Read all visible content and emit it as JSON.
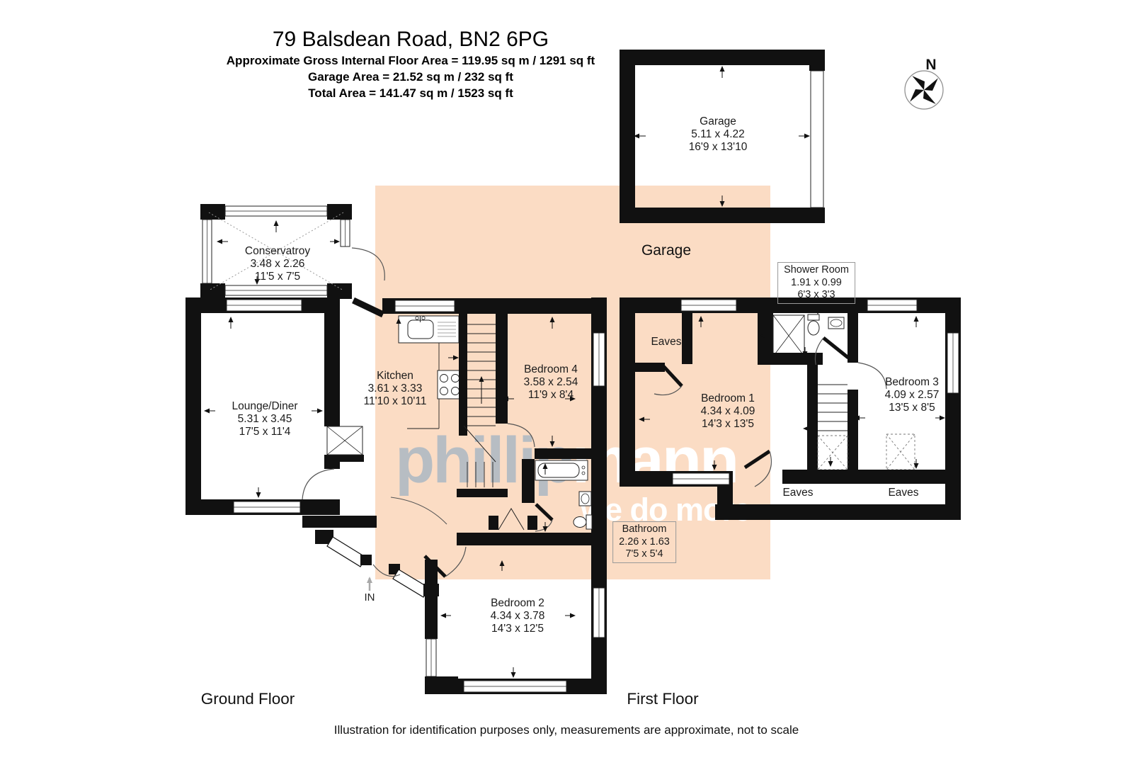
{
  "header": {
    "title": "79 Balsdean Road, BN2 6PG",
    "line1": "Approximate Gross Internal Floor Area = 119.95 sq m / 1291 sq ft",
    "line2": "Garage Area = 21.52 sq m / 232 sq ft",
    "line3": "Total Area = 141.47 sq m / 1523 sq ft"
  },
  "compass": {
    "north": "N"
  },
  "watermark": {
    "brand_part1": "phillip",
    "brand_part2": "mann",
    "tagline": "we do more"
  },
  "rooms": {
    "garage": {
      "name": "Garage",
      "metric": "5.11 x 4.22",
      "imperial": "16'9 x 13'10"
    },
    "conservatory": {
      "name": "Conservatroy",
      "metric": "3.48 x 2.26",
      "imperial": "11'5 x 7'5"
    },
    "lounge": {
      "name": "Lounge/Diner",
      "metric": "5.31 x 3.45",
      "imperial": "17'5 x 11'4"
    },
    "kitchen": {
      "name": "Kitchen",
      "metric": "3.61 x 3.33",
      "imperial": "11'10 x 10'11"
    },
    "bedroom4": {
      "name": "Bedroom 4",
      "metric": "3.58 x 2.54",
      "imperial": "11'9 x 8'4"
    },
    "bathroom": {
      "name": "Bathroom",
      "metric": "2.26 x 1.63",
      "imperial": "7'5 x 5'4"
    },
    "bedroom2": {
      "name": "Bedroom 2",
      "metric": "4.34 x 3.78",
      "imperial": "14'3 x 12'5"
    },
    "bedroom1": {
      "name": "Bedroom 1",
      "metric": "4.34 x 4.09",
      "imperial": "14'3 x 13'5"
    },
    "shower_room": {
      "name": "Shower Room",
      "metric": "1.91 x 0.99",
      "imperial": "6'3 x 3'3"
    },
    "bedroom3": {
      "name": "Bedroom 3",
      "metric": "4.09 x 2.57",
      "imperial": "13'5 x 8'5"
    }
  },
  "labels": {
    "garage_area": "Garage",
    "eaves": "Eaves",
    "entrance": "IN",
    "ground_floor": "Ground Floor",
    "first_floor": "First Floor"
  },
  "footer": {
    "disclaimer": "Illustration for identification purposes only, measurements are approximate, not to scale"
  },
  "colors": {
    "highlight": "#fbdcc4",
    "watermark_gray": "#b7bdc3",
    "wall": "#111111"
  }
}
